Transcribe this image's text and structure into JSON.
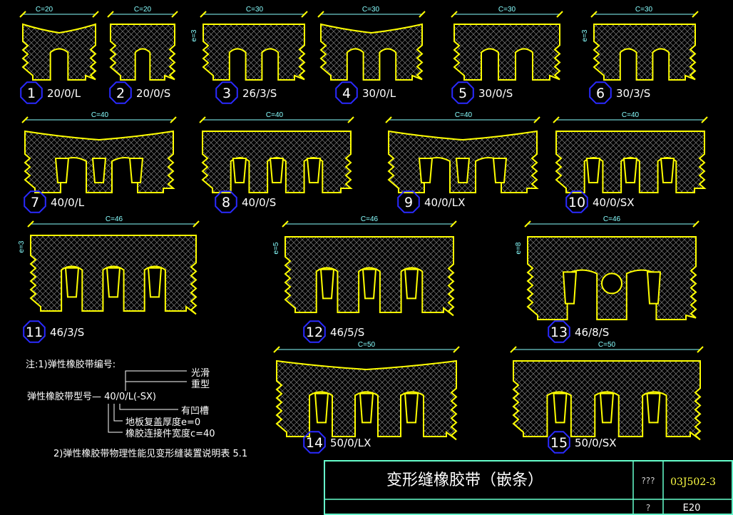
{
  "profiles": [
    {
      "id": "1",
      "code": "20/0/L",
      "c_label": "C=20",
      "e_label": "",
      "colors": {
        "outline": "#ffff00"
      }
    },
    {
      "id": "2",
      "code": "20/0/S",
      "c_label": "C=20",
      "e_label": ""
    },
    {
      "id": "3",
      "code": "26/3/S",
      "c_label": "C=30",
      "e_label": "e=3"
    },
    {
      "id": "4",
      "code": "30/0/L",
      "c_label": "C=30",
      "e_label": ""
    },
    {
      "id": "5",
      "code": "30/0/S",
      "c_label": "C=30",
      "e_label": ""
    },
    {
      "id": "6",
      "code": "30/3/S",
      "c_label": "C=30",
      "e_label": "e=3"
    },
    {
      "id": "7",
      "code": "40/0/L",
      "c_label": "C=40",
      "e_label": ""
    },
    {
      "id": "8",
      "code": "40/0/S",
      "c_label": "C=40",
      "e_label": ""
    },
    {
      "id": "9",
      "code": "40/0/LX",
      "c_label": "C=40",
      "e_label": ""
    },
    {
      "id": "10",
      "code": "40/0/SX",
      "c_label": "C=40",
      "e_label": ""
    },
    {
      "id": "11",
      "code": "46/3/S",
      "c_label": "C=46",
      "e_label": "e=3"
    },
    {
      "id": "12",
      "code": "46/5/S",
      "c_label": "C=46",
      "e_label": "e=5"
    },
    {
      "id": "13",
      "code": "46/8/S",
      "c_label": "C=46",
      "e_label": "e=8"
    },
    {
      "id": "14",
      "code": "50/0/LX",
      "c_label": "C=50",
      "e_label": ""
    },
    {
      "id": "15",
      "code": "50/0/SX",
      "c_label": "C=50",
      "e_label": ""
    }
  ],
  "notes": {
    "note1": "注:1)弹性橡胶带编号:",
    "model_label": "弹性橡胶带型号— 40/0/L(-SX)",
    "smooth": "光滑",
    "heavy": "重型",
    "groove": "有凹槽",
    "thickness": "地板复盖厚度e=0",
    "width": "橡胶连接件宽度c=40",
    "note2": "2)弹性橡胶带物理性能见变形缝装置说明表 5.1"
  },
  "title_block": {
    "title": "变形缝橡胶带（嵌条）",
    "label_a": "???",
    "drawing_no": "03J502-3",
    "label_b": "?",
    "page": "E20"
  },
  "colors": {
    "background": "#000000",
    "outline": "#ffff00",
    "hatch": "#7a7a7a",
    "dimension": "#88ffff",
    "id_circle": "#2a2aff",
    "title_border": "#66ffcc"
  }
}
